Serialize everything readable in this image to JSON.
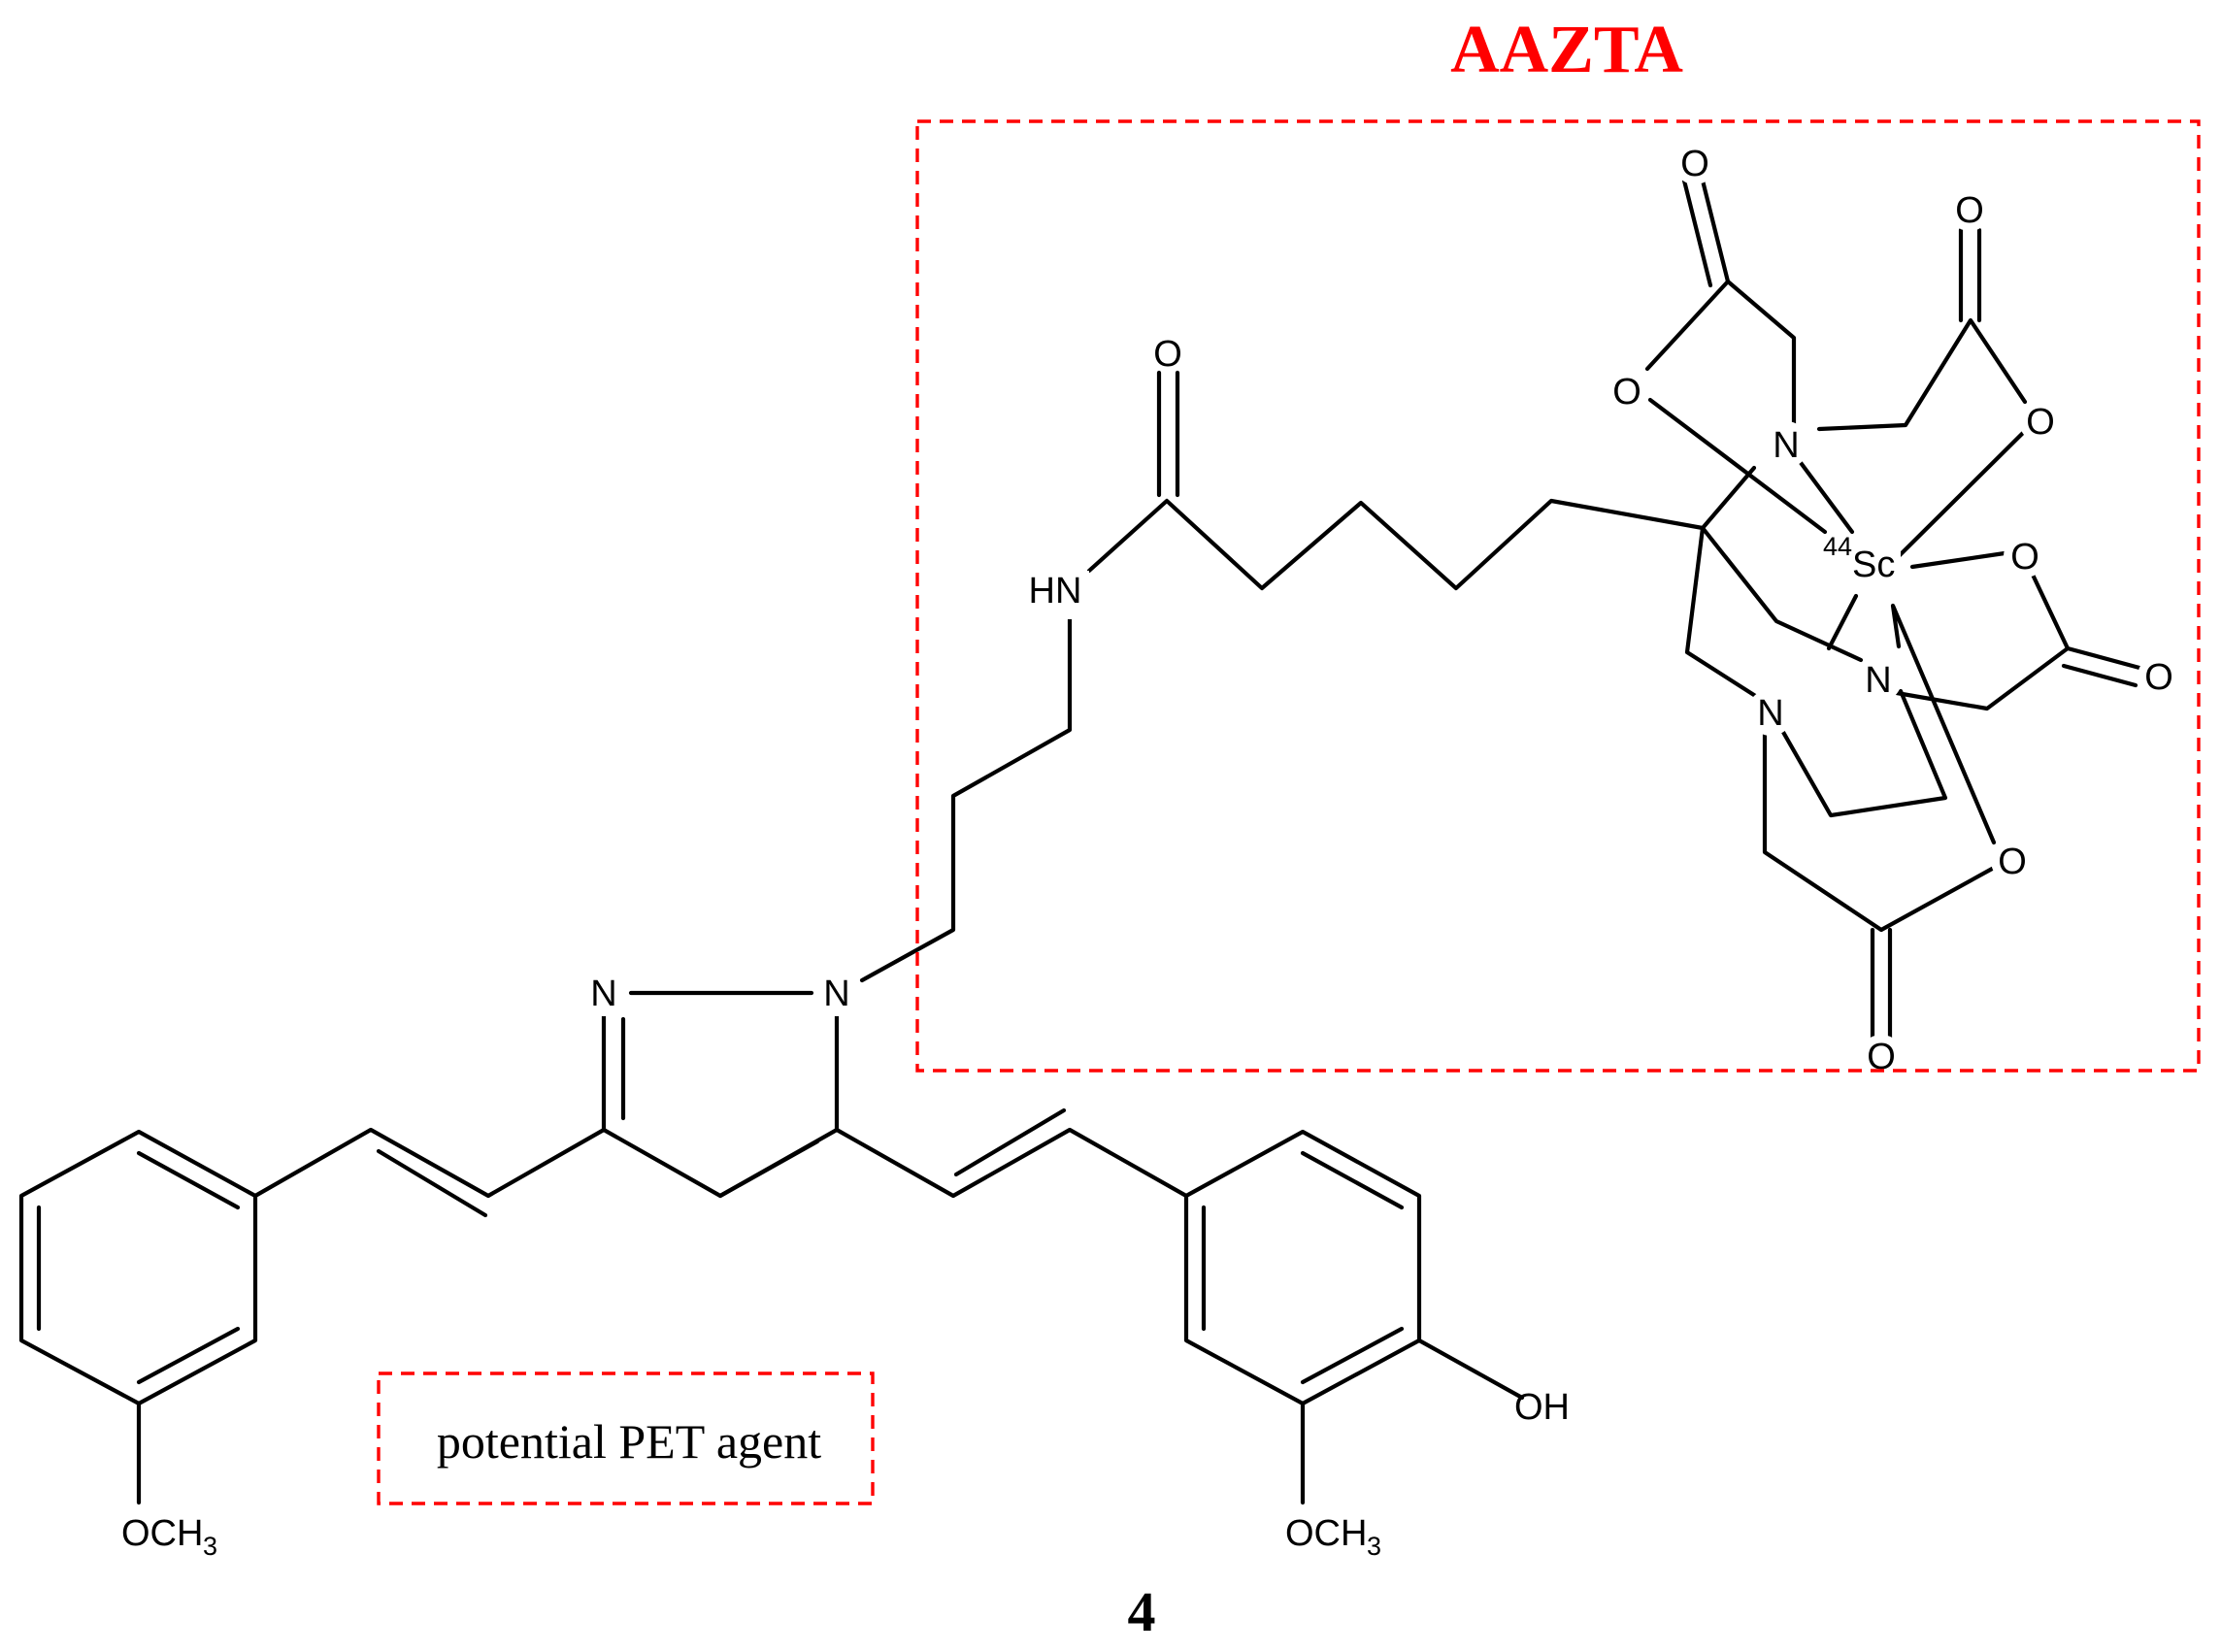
{
  "title": "AAZTA",
  "caption": "potential PET agent",
  "compound_number": "4",
  "colors": {
    "accent": "#ff0000",
    "ink": "#000000",
    "background": "#ffffff"
  },
  "atoms": {
    "metal_isotope": "44",
    "metal_symbol": "Sc",
    "carbonyl_1": "O",
    "carbonyl_2": "O",
    "carbonyl_3": "O",
    "carbonyl_4": "O",
    "carbonyl_5": "O",
    "carboxylate_1": "O",
    "carboxylate_2": "O",
    "carboxylate_3": "O",
    "carboxylate_4": "O",
    "amine_1": "N",
    "amine_2": "N",
    "amine_3": "N",
    "amide_nh": "HN",
    "pyrazole_n1": "N",
    "pyrazole_n2": "N",
    "hydroxyl": "OH",
    "methoxy_1_main": "OCH",
    "methoxy_1_sub": "3",
    "methoxy_2_main": "OCH",
    "methoxy_2_sub": "3"
  }
}
